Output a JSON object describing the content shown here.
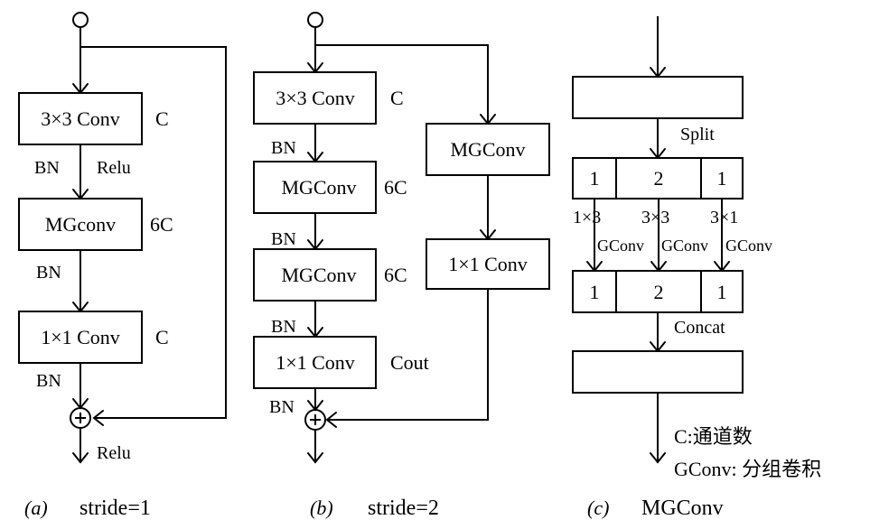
{
  "a": {
    "box1": "3×3 Conv",
    "box1_ch": "C",
    "bn1": "BN",
    "relu1": "Relu",
    "box2": "MGconv",
    "box2_ch": "6C",
    "bn2": "BN",
    "box3": "1×1 Conv",
    "box3_ch": "C",
    "bn3": "BN",
    "relu_out": "Relu",
    "caption_letter": "(a)",
    "caption_text": "stride=1"
  },
  "b": {
    "box1": "3×3 Conv",
    "box1_ch": "C",
    "bn1": "BN",
    "box2": "MGConv",
    "box2_ch": "6C",
    "bn2": "BN",
    "box3": "MGConv",
    "box3_ch": "6C",
    "bn3": "BN",
    "box4": "1×1 Conv",
    "box4_ch": "Cout",
    "bn4": "BN",
    "side_box1": "MGConv",
    "side_box2": "1×1 Conv",
    "caption_letter": "(b)",
    "caption_text": "stride=2"
  },
  "c": {
    "split": "Split",
    "group_top": [
      "1",
      "2",
      "1"
    ],
    "kernels": [
      "1×3",
      "3×3",
      "3×1"
    ],
    "gconv": [
      "GConv",
      "GConv",
      "GConv"
    ],
    "group_bottom": [
      "1",
      "2",
      "1"
    ],
    "concat": "Concat",
    "legend_c": "C:通道数",
    "legend_gconv": "GConv: 分组卷积",
    "caption_letter": "(c)",
    "caption_text": "MGConv"
  }
}
